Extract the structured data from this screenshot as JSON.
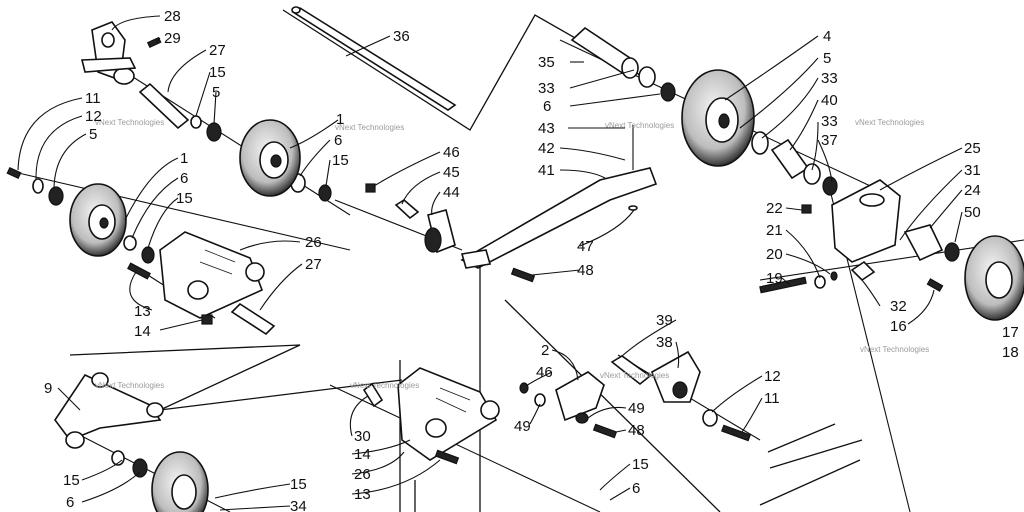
{
  "diagram": {
    "watermark": "vNext Technologies",
    "callouts": {
      "c1": "28",
      "c2": "29",
      "c3": "27",
      "c4": "15",
      "c5": "5",
      "c6": "11",
      "c7": "12",
      "c8": "5",
      "c9": "1",
      "c10": "6",
      "c11": "15",
      "c12": "1",
      "c13": "6",
      "c14": "15",
      "c15": "26",
      "c16": "27",
      "c17": "13",
      "c18": "14",
      "c19": "36",
      "c20": "46",
      "c21": "45",
      "c22": "44",
      "c23": "35",
      "c24": "33",
      "c25": "6",
      "c26": "43",
      "c27": "42",
      "c28": "41",
      "c29": "47",
      "c30": "48",
      "c31": "4",
      "c32": "5",
      "c33": "33",
      "c34": "40",
      "c35": "33",
      "c36": "37",
      "c37": "25",
      "c38": "31",
      "c39": "24",
      "c40": "50",
      "c41": "22",
      "c42": "21",
      "c43": "20",
      "c44": "19",
      "c45": "32",
      "c46": "16",
      "c47": "17",
      "c48": "18",
      "c49": "9",
      "c50": "15",
      "c51": "6",
      "c52": "15",
      "c53": "34",
      "c54": "2",
      "c55": "46",
      "c56": "49",
      "c57": "49",
      "c58": "48",
      "c59": "39",
      "c60": "38",
      "c61": "12",
      "c62": "11",
      "c63": "30",
      "c64": "14",
      "c65": "26",
      "c66": "13",
      "c67": "15",
      "c68": "6"
    }
  }
}
